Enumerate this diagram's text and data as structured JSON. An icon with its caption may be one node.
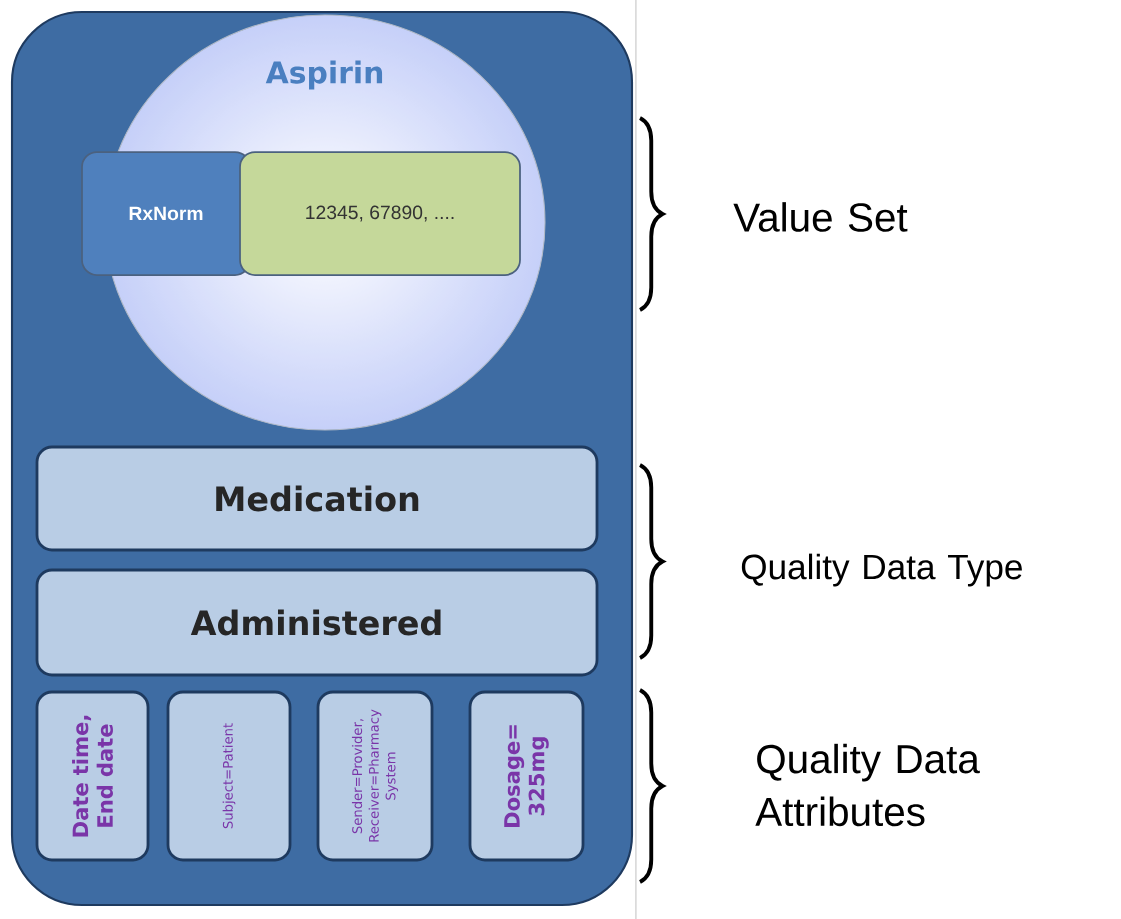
{
  "diagram": {
    "nodes": [
      {
        "text": [],
        "shape": "box"
      },
      {
        "text": [
          "Aspirin"
        ],
        "in": 0
      },
      {
        "text": [
          "RxNorm"
        ],
        "in": 1
      },
      {
        "text": [
          "12345, 67890, ...."
        ],
        "in": 1
      },
      {
        "text": [
          "Medication"
        ],
        "in": 0
      },
      {
        "text": [
          "Administered"
        ],
        "in": 0
      },
      {
        "text": [
          "Date time, End date"
        ],
        "in": 0
      },
      {
        "text": [
          "Subject=Patient"
        ],
        "in": 0
      },
      {
        "text": [
          "Sender=Provider, Receiver=Pharmacy System"
        ],
        "in": 0
      },
      {
        "text": [
          "Dosage= 325mg"
        ],
        "in": 0
      }
    ],
    "labels": [
      "Value Set",
      "Quality Data Type",
      "Quality Data Attributes"
    ]
  }
}
